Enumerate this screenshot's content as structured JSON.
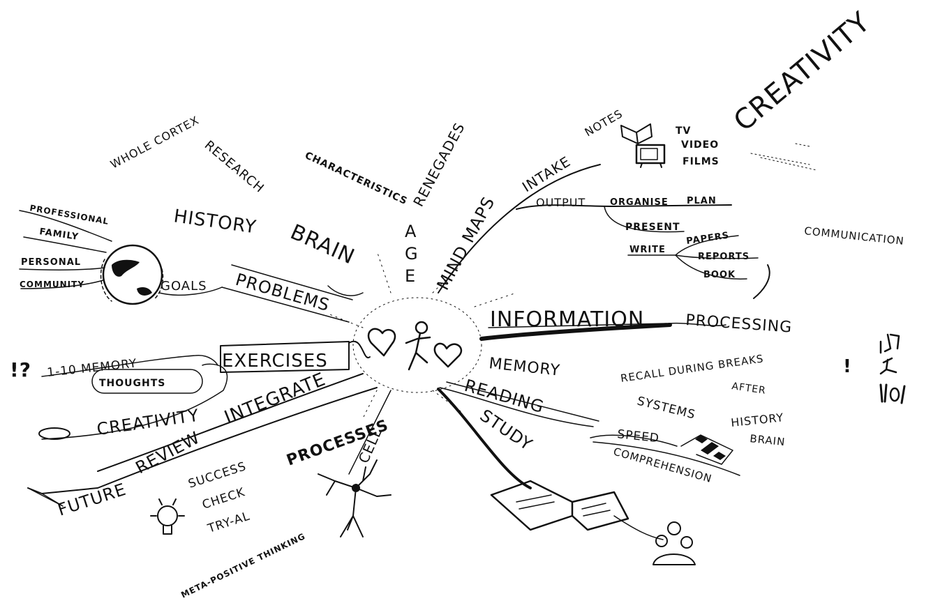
{
  "labels": {
    "whole_cortex": "WHOLE CORTEX",
    "research": "RESEARCH",
    "history": "HISTORY",
    "brain": "BRAIN",
    "characteristics": "CHARACTERISTICS",
    "renegades": "RENEGADES",
    "age_a": "A",
    "age_g": "G",
    "age_e": "E",
    "mind_maps": "MIND MAPS",
    "intake": "INTAKE",
    "notes": "NOTES",
    "tv": "TV",
    "video": "VIDEO",
    "films": "FILMS",
    "creativity_top": "CREATIVITY",
    "output": "OUTPUT",
    "organise": "ORGANISE",
    "plan": "PLAN",
    "present": "PRESENT",
    "write": "WRITE",
    "papers": "PAPERS",
    "reports": "REPORTS",
    "book": "BOOK",
    "communication": "COMMUNICATION",
    "professional": "PROFESSIONAL",
    "family": "FAMILY",
    "personal": "PERSONAL",
    "community": "COMMUNITY",
    "goals": "GOALS",
    "problems": "PROBLEMS",
    "information": "INFORMATION",
    "processing": "PROCESSING",
    "exclaim_q": "!?",
    "one_ten_memory": "1-10 MEMORY",
    "thoughts": "THOUGHTS",
    "exercises": "EXERCISES",
    "creativity_left": "CREATIVITY",
    "integrate": "INTEGRATE",
    "review": "REVIEW",
    "future": "FUTURE",
    "processes": "PROCESSES",
    "cell": "CELL",
    "success": "SUCCESS",
    "check": "CHECK",
    "try_al": "TRY-AL",
    "meta_positive_thinking": "META-POSITIVE THINKING",
    "memory": "MEMORY",
    "recall_during_breaks": "RECALL DURING BREAKS",
    "exclaim": "!",
    "after": "AFTER",
    "systems": "SYSTEMS",
    "history_right": "HISTORY",
    "brain_right": "BRAIN",
    "reading": "READING",
    "study": "STUDY",
    "speed": "SPEED",
    "comprehension": "COMPREHENSION"
  },
  "icons": [
    "open-book-icon",
    "television-icon",
    "globe-icon",
    "heart-icon",
    "stick-figure-icon",
    "light-bulb-icon",
    "neuron-cell-icon",
    "large-open-book-icon",
    "people-group-icon",
    "music-notes-icon",
    "checkered-flag-icon",
    "cutlery-icon",
    "running-figure-icon"
  ],
  "colors": {
    "ink": "#111111",
    "paper": "#ffffff"
  }
}
